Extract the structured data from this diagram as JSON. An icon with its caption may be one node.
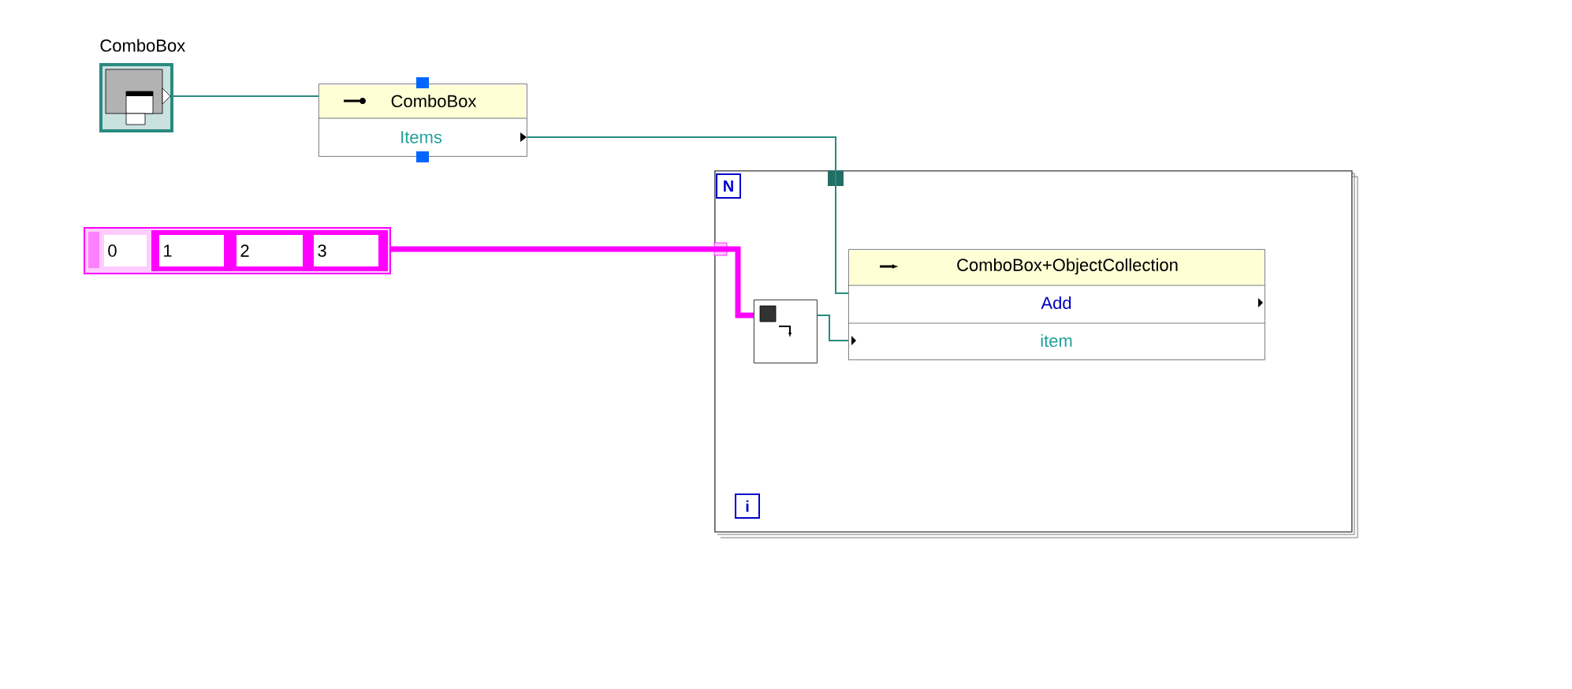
{
  "diagram": {
    "nodes": [
      {
        "text": [
          "ComboBox"
        ]
      },
      {
        "text": [
          "ComboBox",
          "Items"
        ]
      },
      {
        "text": [
          "0",
          "1",
          "2",
          "3"
        ]
      },
      {
        "text": [
          "N",
          "i"
        ]
      },
      {
        "text": [],
        "shape": "box",
        "in": 3
      },
      {
        "text": [
          "ComboBox+ObjectCollection",
          "Add",
          "item"
        ],
        "in": 3
      }
    ],
    "edges": [
      {
        "from": 0,
        "to": 1,
        "arrow": "none"
      },
      {
        "from": 1,
        "to": 5,
        "arrow": "none"
      },
      {
        "from": 2,
        "to": 4,
        "arrow": "none",
        "style": "thick",
        "color": "#ff00ff"
      },
      {
        "from": 4,
        "to": 5,
        "arrow": "none"
      }
    ]
  }
}
